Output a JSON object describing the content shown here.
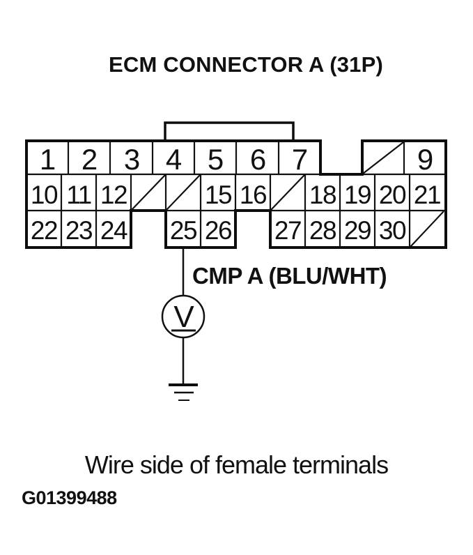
{
  "colors": {
    "ink": "#111111",
    "paper": "#ffffff"
  },
  "title": "ECM CONNECTOR A (31P)",
  "connector": {
    "row1_pins": [
      "1",
      "2",
      "3",
      "4",
      "5",
      "6",
      "7"
    ],
    "row1_right_pin": "9",
    "row2_pins": [
      "10",
      "11",
      "12",
      "15",
      "16",
      "18",
      "19",
      "20",
      "21"
    ],
    "row3_pins": [
      "22",
      "23",
      "24",
      "25",
      "26",
      "27",
      "28",
      "29",
      "30"
    ]
  },
  "wire": {
    "label": "CMP A (BLU/WHT)"
  },
  "meter": {
    "symbol": "V"
  },
  "caption": "Wire side of female terminals",
  "figure_id": "G01399488"
}
